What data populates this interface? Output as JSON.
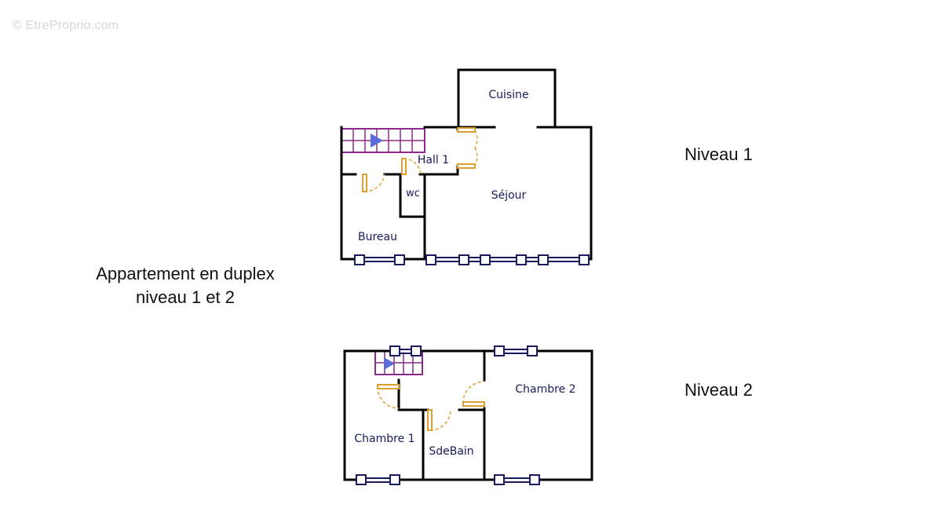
{
  "watermark": "© EtreProprio.com",
  "caption": {
    "line1": "Appartement en duplex",
    "line2": "niveau 1 et 2"
  },
  "levels": {
    "level1": "Niveau 1",
    "level2": "Niveau 2"
  },
  "rooms_level1": {
    "cuisine": "Cuisine",
    "hall": "Hall 1",
    "wc": "wc",
    "sejour": "Séjour",
    "bureau": "Bureau"
  },
  "rooms_level2": {
    "chambre1": "Chambre 1",
    "sdebain": "SdeBain",
    "chambre2": "Chambre 2"
  },
  "colors": {
    "wall": "#000000",
    "window": "#1a1a5e",
    "door": "#e0a030",
    "stairs": "#8b2a8b",
    "stair_arrow": "#5a6cd8",
    "room_text": "#1a1a5e"
  }
}
